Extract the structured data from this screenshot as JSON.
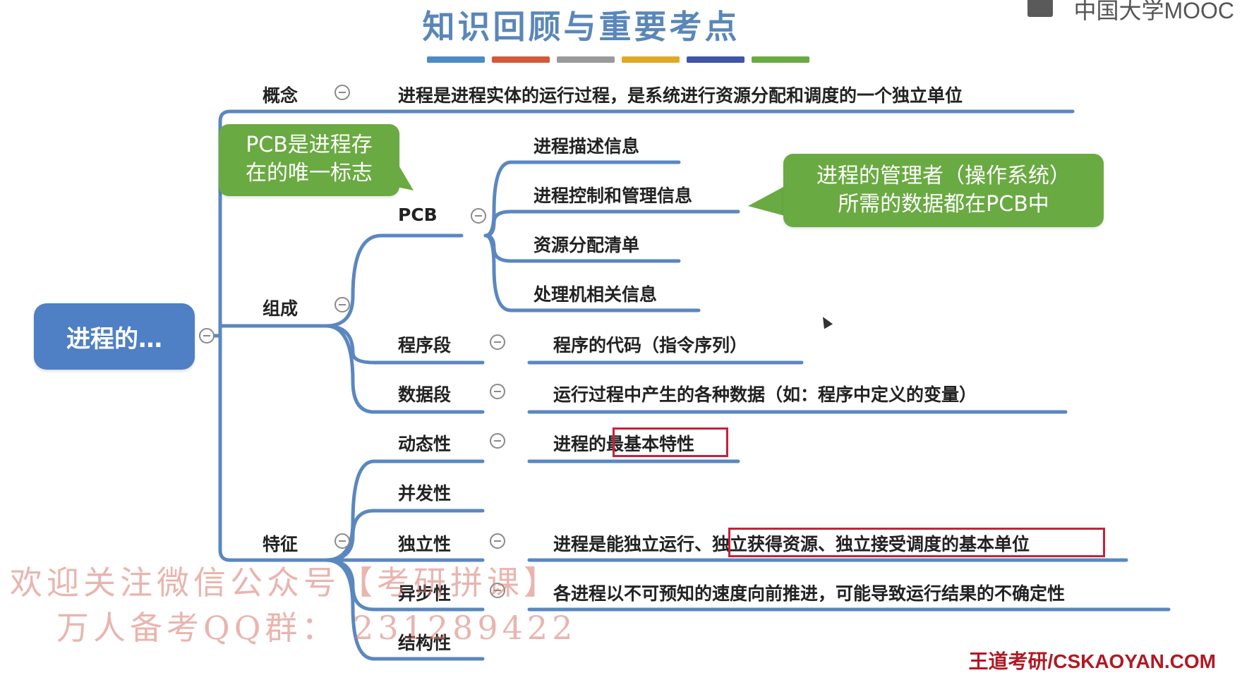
{
  "title": "知识回顾与重要考点",
  "brand": "中国大学MOOC",
  "footer": "王道考研/CSKAOYAN.COM",
  "colors": {
    "line": "#5b87c0",
    "root": "#4f7fc4",
    "callout": "#6aaa42",
    "highlight": "#c8203c",
    "title_bar": [
      "#4d8bc6",
      "#d4583a",
      "#9a9a9a",
      "#e0a826",
      "#3f55a5",
      "#6aaa42"
    ]
  },
  "mindmap": {
    "root": "进程的…",
    "branches": {
      "concept": {
        "label": "概念",
        "text": "进程是进程实体的运行过程，是系统进行资源分配和调度的一个独立单位"
      },
      "composition": {
        "label": "组成",
        "pcb": {
          "label": "PCB",
          "items": [
            "进程描述信息",
            "进程控制和管理信息",
            "资源分配清单",
            "处理机相关信息"
          ]
        },
        "program_segment": {
          "label": "程序段",
          "text": "程序的代码（指令序列）"
        },
        "data_segment": {
          "label": "数据段",
          "text": "运行过程中产生的各种数据（如：程序中定义的变量）"
        }
      },
      "features": {
        "label": "特征",
        "dynamic": {
          "label": "动态性",
          "text_prefix": "进程的",
          "text_highlight": "最基本特性"
        },
        "concurrency": {
          "label": "并发性"
        },
        "independence": {
          "label": "独立性",
          "text_prefix": "进程是能独立运行、",
          "text_highlight": "独立获得资源、独立接受调度的基本单位"
        },
        "asynchrony": {
          "label": "异步性",
          "text": "各进程以不可预知的速度向前推进，可能导致运行结果的不确定性"
        },
        "structure": {
          "label": "结构性"
        }
      }
    }
  },
  "callouts": {
    "pcb_unique_line1": "PCB是进程存",
    "pcb_unique_line2": "在的唯一标志",
    "pcb_data_line1": "进程的管理者（操作系统）",
    "pcb_data_line2": "所需的数据都在PCB中"
  },
  "watermark": {
    "line1": "欢迎关注微信公众号【考研拼课】",
    "line2": "万人备考QQ群：  231289422"
  }
}
